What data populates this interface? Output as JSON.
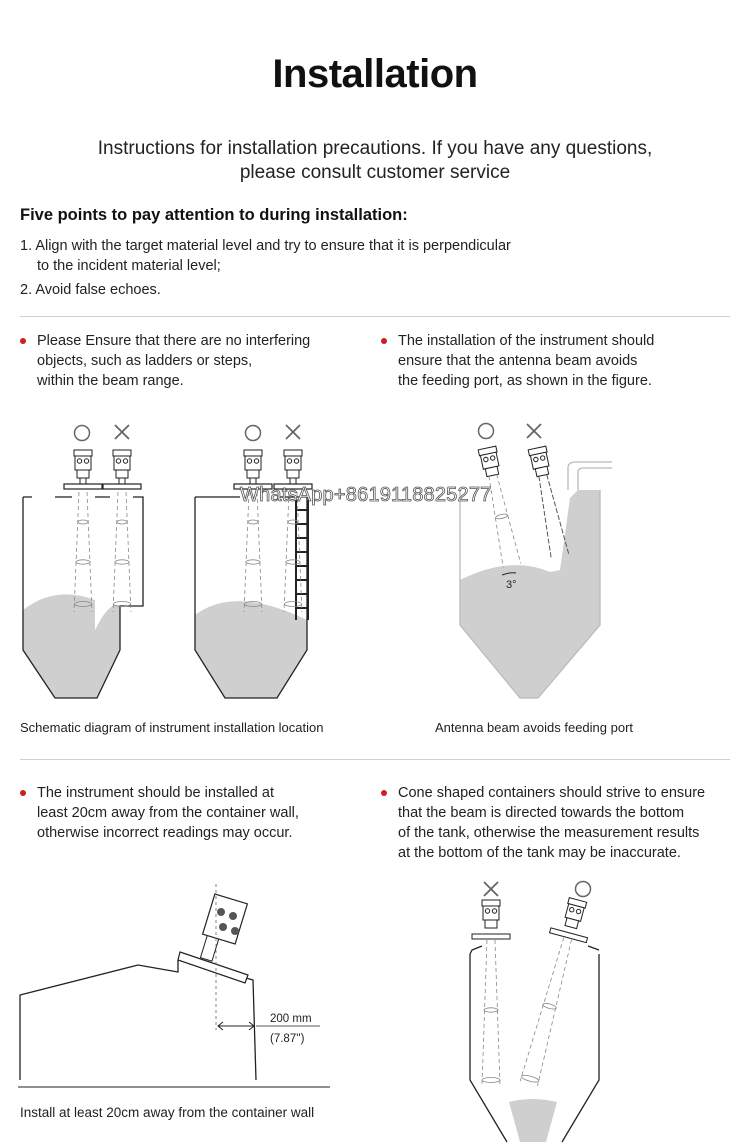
{
  "header": {
    "title": "Installation",
    "subtitle_line1": "Instructions for installation precautions. If you have any questions,",
    "subtitle_line2": "please consult customer service"
  },
  "points": {
    "heading": "Five points to pay attention to during installation:",
    "items": [
      {
        "line1": "1. Align with the target material level and try to ensure that it is perpendicular",
        "line2": "to the incident material level;"
      },
      {
        "line1": "2. Avoid false echoes.",
        "line2": ""
      }
    ]
  },
  "sections": {
    "interference": {
      "lines": [
        "Please Ensure that there are no interfering",
        "objects, such as ladders or steps,",
        "within the beam range."
      ],
      "caption": "Schematic diagram of instrument installation location"
    },
    "feeding": {
      "lines": [
        "The installation of the instrument should",
        "ensure that the antenna beam avoids",
        "the feeding port, as shown in the figure."
      ],
      "caption": "Antenna beam avoids feeding port",
      "angle_label": "3°"
    },
    "wall": {
      "lines": [
        "The instrument should be installed at",
        "least 20cm away from the container wall,",
        "otherwise incorrect readings may occur."
      ],
      "caption": "Install at least 20cm away from the container wall",
      "distance_mm": "200 mm",
      "distance_in": "(7.87'')"
    },
    "cone": {
      "lines": [
        "Cone shaped containers should strive to ensure",
        "that the beam is directed towards the bottom",
        "of the tank, otherwise the measurement results",
        "at the bottom of the tank may be inaccurate."
      ]
    }
  },
  "watermark": "WhatsApp+8619118825277",
  "colors": {
    "bullet": "#d21d1d",
    "material": "#cfcfcf",
    "line": "#222222"
  },
  "icons": {
    "ok": "circle-icon",
    "bad": "cross-icon"
  }
}
